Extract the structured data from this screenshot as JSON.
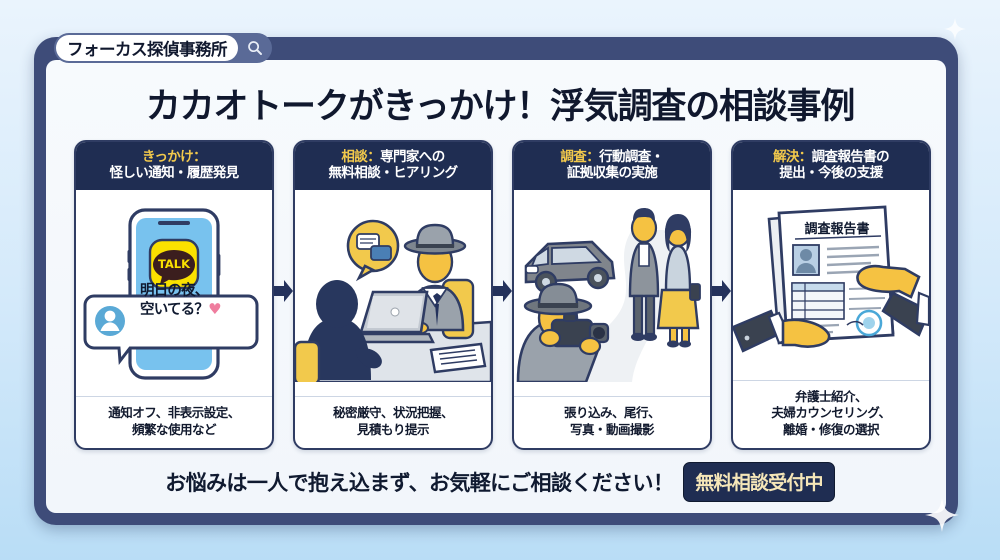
{
  "tab": {
    "label": "フォーカス探偵事務所",
    "search_icon": "search-icon"
  },
  "headline": "カカオトークがきっかけ！浮気調査の相談事例",
  "cards": [
    {
      "tag": "きっかけ：",
      "head_line2": "怪しい通知・履歴発見",
      "art": "smartphone-kakaotalk-notification",
      "phone": {
        "app_label": "TALK",
        "message_line1": "明日の夜、",
        "message_line2": "空いてる？",
        "heart": "♥"
      },
      "caption_line1": "通知オフ、非表示設定、",
      "caption_line2": "頻繁な使用など"
    },
    {
      "tag": "相談：",
      "head_line1_rest": "専門家への",
      "head_line2": "無料相談・ヒアリング",
      "art": "consultation-detective-laptop",
      "caption_line1": "秘密厳守、状況把握、",
      "caption_line2": "見積もり提示"
    },
    {
      "tag": "調査：",
      "head_line1_rest": "行動調査・",
      "head_line2": "証拠収集の実施",
      "art": "surveillance-camera-couple-car",
      "caption_line1": "張り込み、尾行、",
      "caption_line2": "写真・動画撮影"
    },
    {
      "tag": "解決：",
      "head_line1_rest": "調査報告書の",
      "head_line2": "提出・今後の支援",
      "art": "investigation-report-handover",
      "report_title": "調査報告書",
      "caption_line1": "弁護士紹介、",
      "caption_line2": "夫婦カウンセリング、",
      "caption_line3": "離婚・修復の選択"
    }
  ],
  "arrows": [
    "arrow-right-icon",
    "arrow-right-icon",
    "arrow-right-icon"
  ],
  "footer": {
    "text": "お悩みは一人で抱え込まず、お気軽にご相談ください！",
    "badge": "無料相談受付中"
  },
  "colors": {
    "frame_navy": "#3e4c79",
    "head_navy": "#1f2d52",
    "accent_gold": "#f2c94c",
    "kakao_yellow": "#fae100",
    "page_bg": "#d3e9fa",
    "arrow_navy": "#24325c"
  }
}
